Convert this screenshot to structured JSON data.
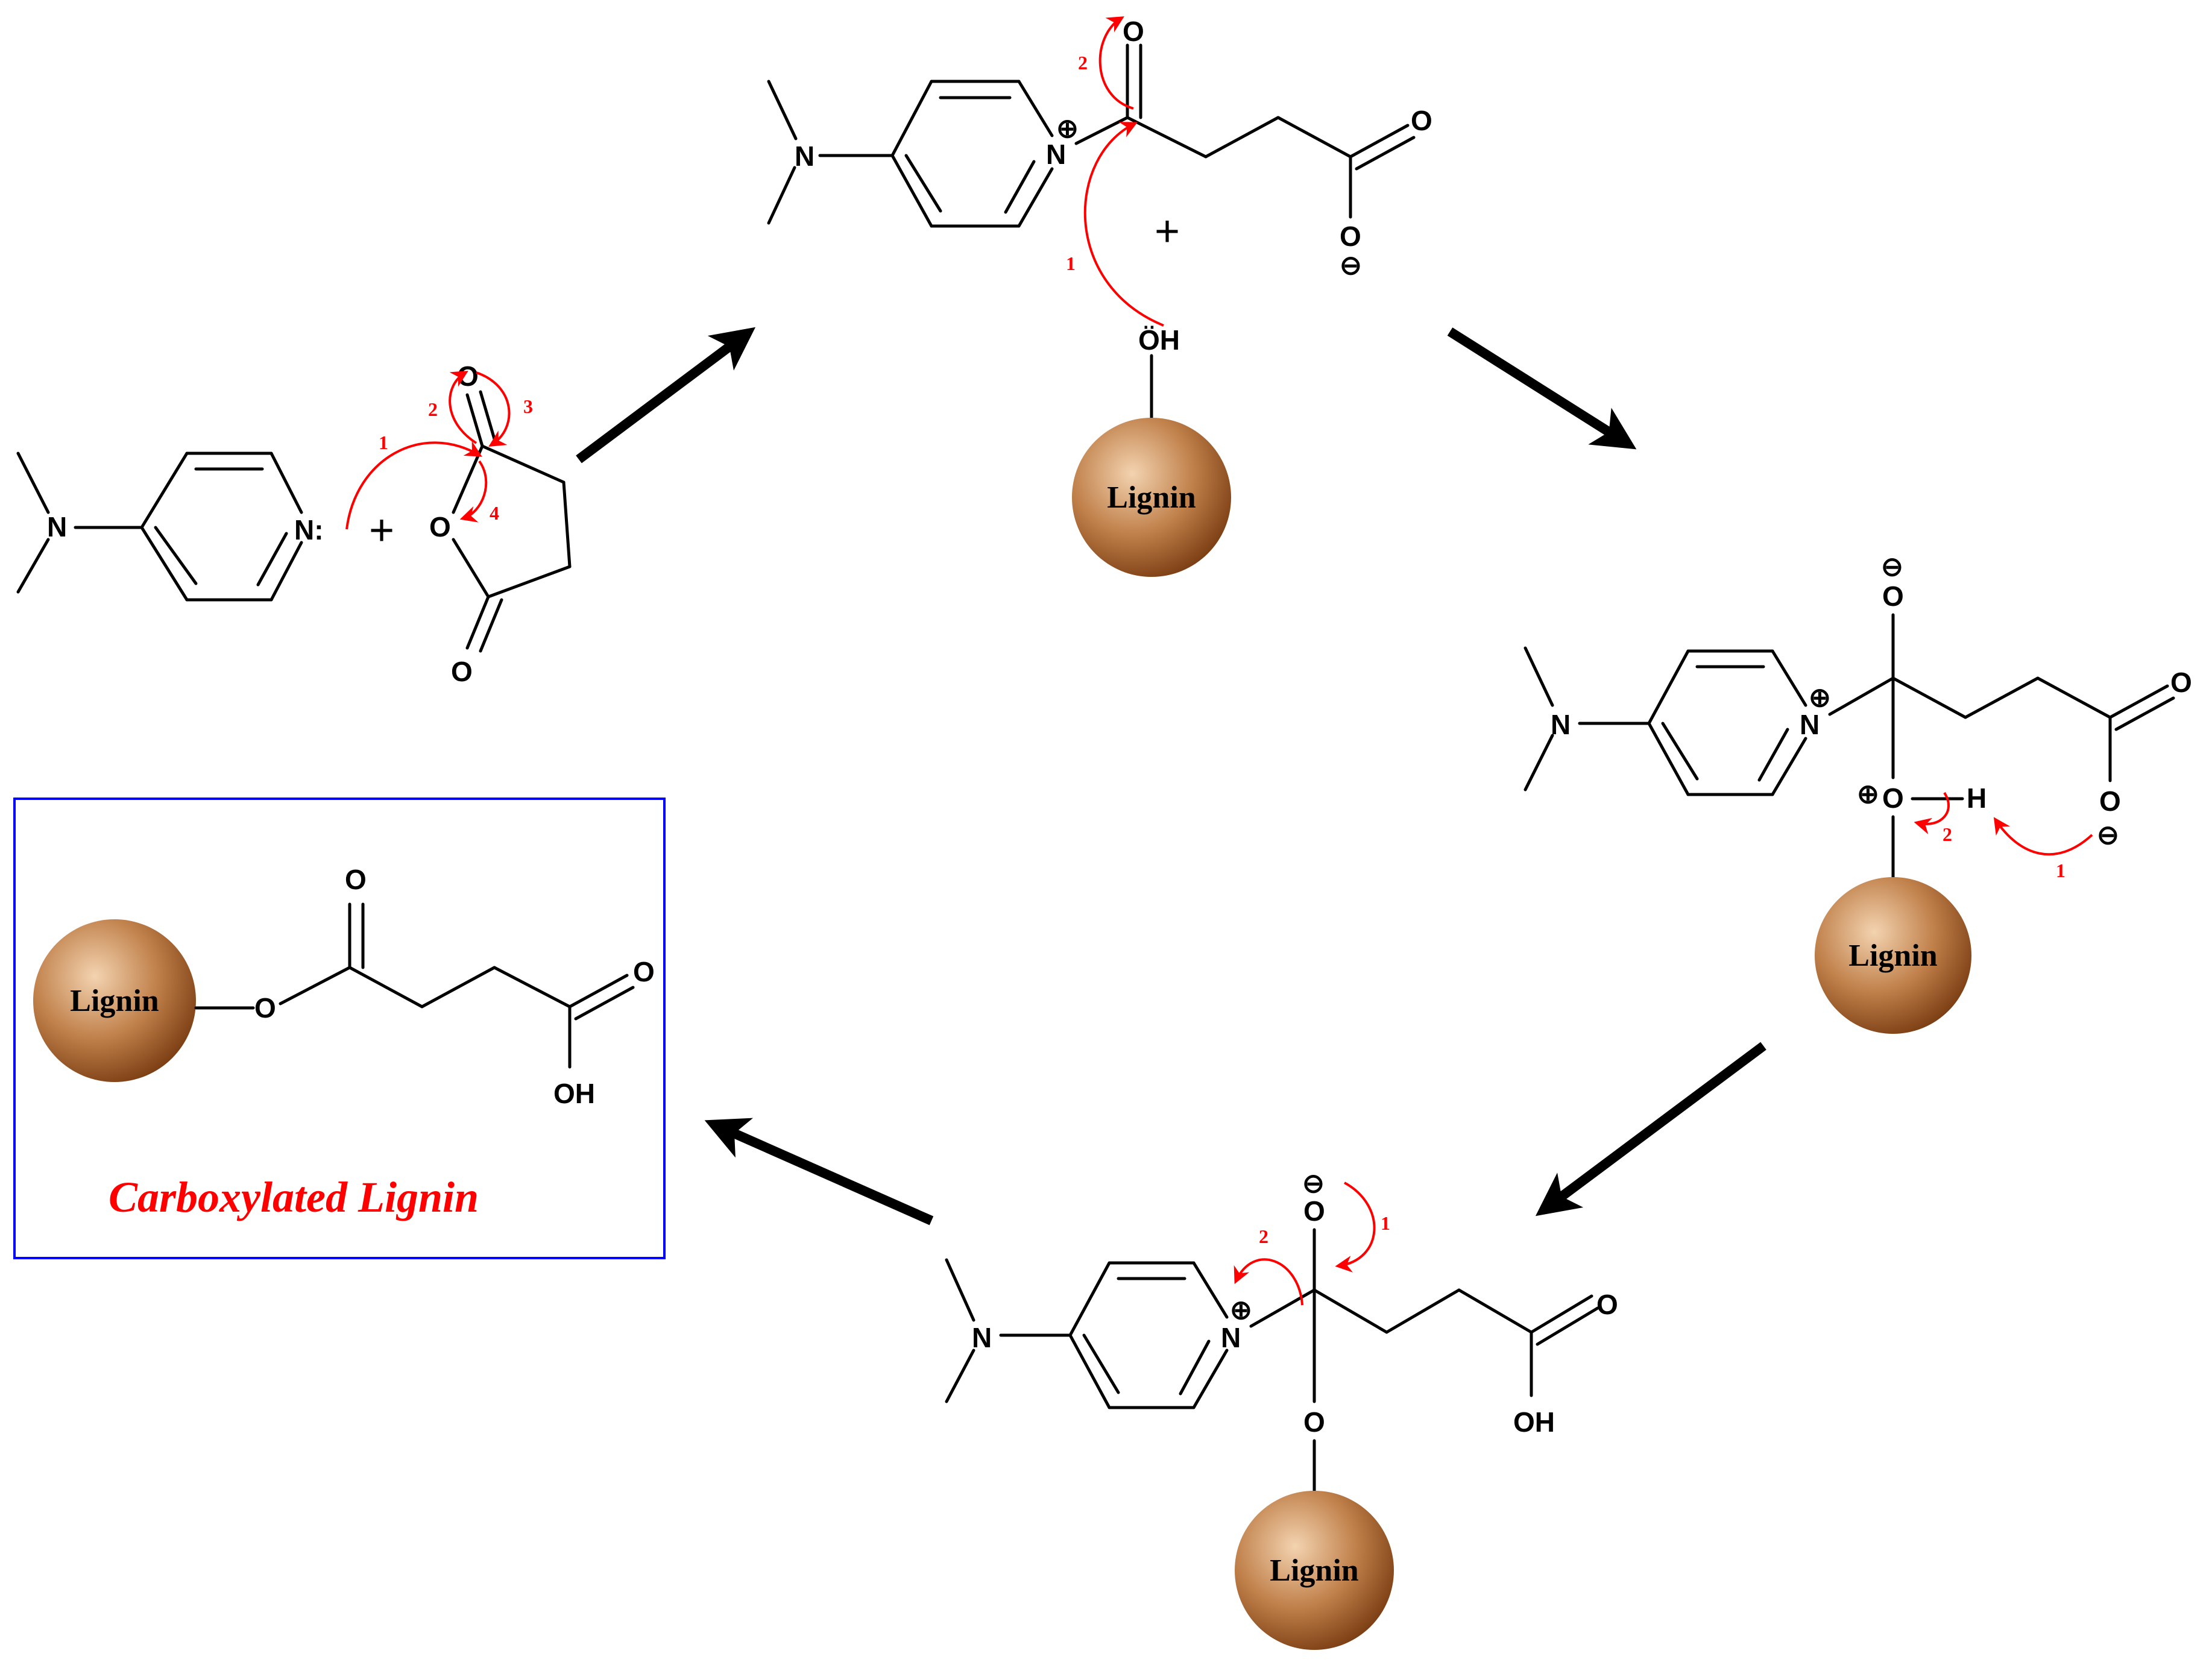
{
  "colors": {
    "electron_arrows": "#ff0000",
    "product_title": "#ff0000",
    "product_frame": "#0000ff",
    "lignin_bead_light": "#e2b78d",
    "lignin_bead_dark": "#8b4513"
  },
  "atoms": {
    "N": "N",
    "O": "O",
    "OH": "OH",
    "H": "H",
    "N_lone": "N:",
    "OH_lone": "ÖH",
    "plus_sign": "+",
    "plus_charge": "⊕",
    "minus_charge": "⊖"
  },
  "beads": {
    "label": "Lignin"
  },
  "steps": {
    "s1": "1",
    "s2": "2",
    "s3": "3",
    "s4": "4"
  },
  "product": {
    "title": "Carboxylated Lignin"
  }
}
